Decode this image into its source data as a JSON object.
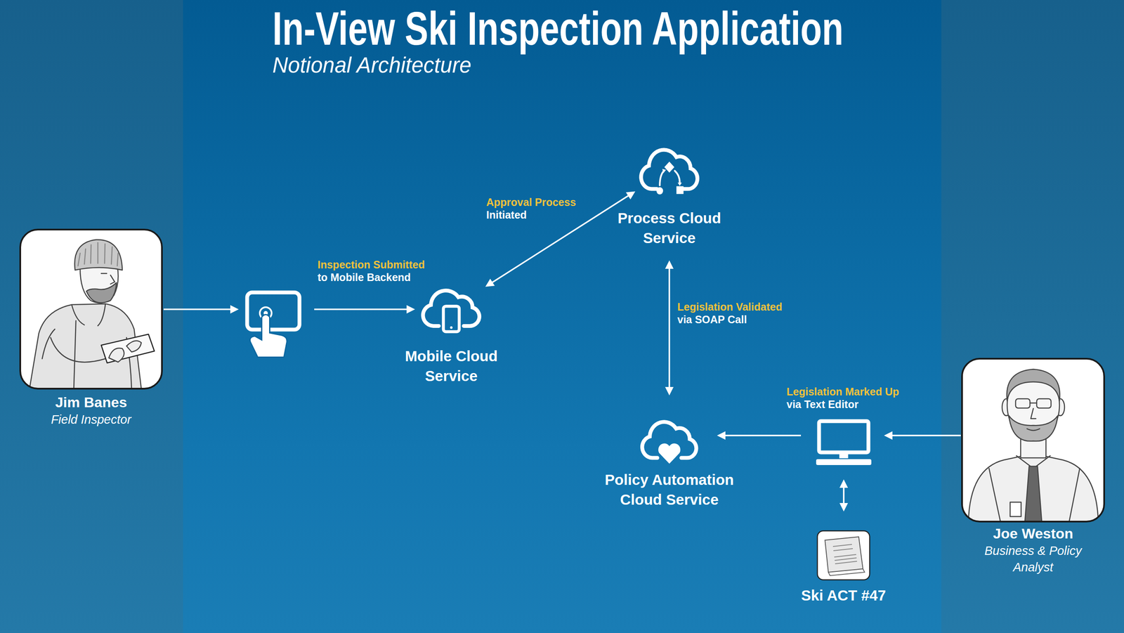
{
  "diagram": {
    "title": "In-View Ski Inspection Application",
    "nodes": [
      {
        "text": [
          "Jim Banes",
          "Field Inspector"
        ]
      },
      {
        "text": [
          "Mobile Cloud Service"
        ]
      },
      {
        "text": [
          "Process Cloud Service"
        ]
      },
      {
        "text": [
          "Policy Automation Cloud Service"
        ]
      },
      {
        "text": [
          "Legislation Marked Up via Text Editor"
        ]
      },
      {
        "text": [
          "Ski ACT #47"
        ]
      },
      {
        "text": [
          "Joe Weston",
          "Business & Policy Analyst"
        ]
      }
    ],
    "edges": [
      {
        "from": 0,
        "to": 1,
        "label": "Inspection Submitted to Mobile Backend",
        "arrow": "to"
      },
      {
        "from": 1,
        "to": 2,
        "label": "Approval Process Initiated",
        "arrow": "both"
      },
      {
        "from": 2,
        "to": 3,
        "label": "Legislation Validated via SOAP Call",
        "arrow": "both"
      },
      {
        "from": 6,
        "to": 4,
        "arrow": "to"
      },
      {
        "from": 4,
        "to": 3,
        "arrow": "to"
      },
      {
        "from": 4,
        "to": 5,
        "arrow": "both"
      }
    ],
    "labels": [
      "Notional Architecture"
    ]
  }
}
